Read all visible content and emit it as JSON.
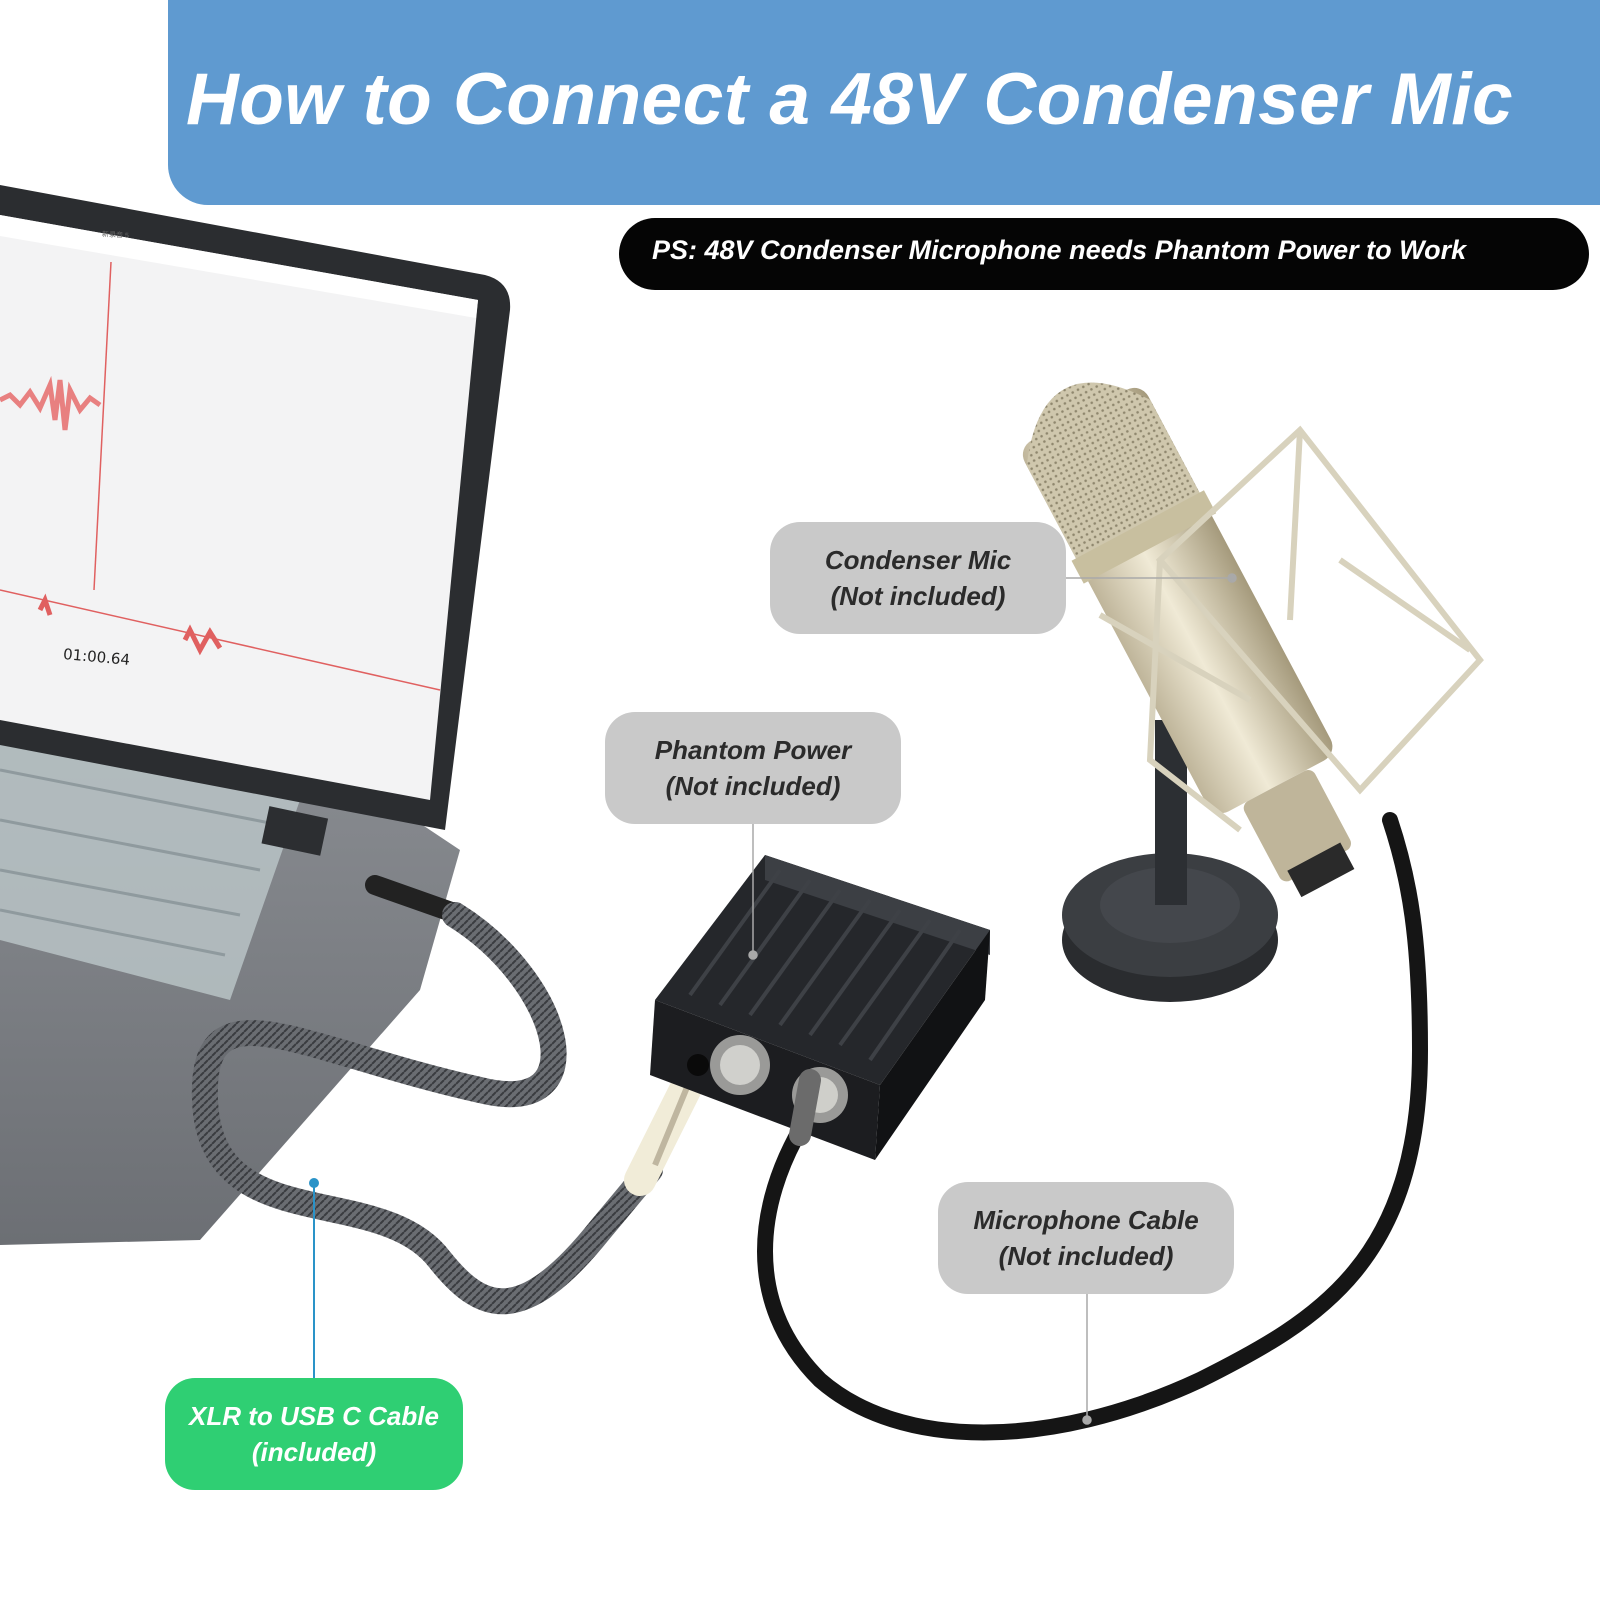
{
  "header": {
    "title": "How to Connect a 48V Condenser Mic",
    "note": "PS: 48V Condenser Microphone needs Phantom Power to Work"
  },
  "callouts": {
    "condenser_mic": {
      "line1": "Condenser Mic",
      "line2": "(Not included)"
    },
    "phantom_power": {
      "line1": "Phantom Power",
      "line2": "(Not included)"
    },
    "microphone_cable": {
      "line1": "Microphone Cable",
      "line2": "(Not included)"
    },
    "xlr_usb_cable": {
      "line1": "XLR to USB C Cable",
      "line2": "(included)"
    }
  },
  "laptop_screen": {
    "timestamp": "01:00.64",
    "recording_title": "新录音 5"
  },
  "colors": {
    "banner": "#5f9ad0",
    "note_bg": "#050505",
    "callout_grey": "#c9c9c9",
    "callout_green": "#2fcf73",
    "waveform": "#e06060"
  }
}
